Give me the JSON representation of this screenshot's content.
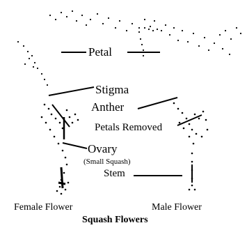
{
  "diagram": {
    "title": "Squash Flowers",
    "labels": {
      "petal": "Petal",
      "stigma": "Stigma",
      "anther": "Anther",
      "petals_removed": "Petals Removed",
      "ovary": "Ovary",
      "ovary_note": "(Small Squash)",
      "stem": "Stem"
    },
    "captions": {
      "female": "Female Flower",
      "male": "Male Flower"
    }
  }
}
